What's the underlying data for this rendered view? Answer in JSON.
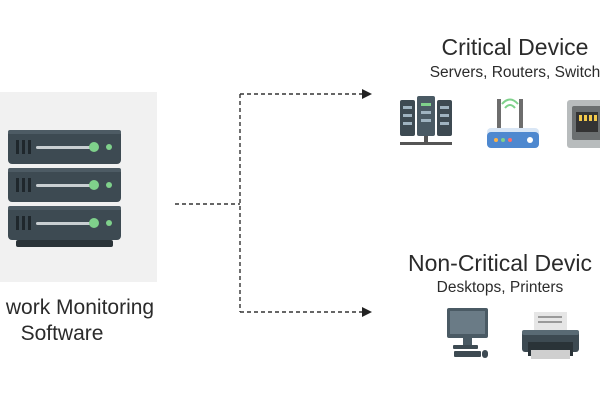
{
  "source": {
    "label_line1": "work Monitoring",
    "label_line2": "Software",
    "icon": "server-rack-icon"
  },
  "critical": {
    "title": "Critical Device",
    "subtitle": "Servers, Routers, Switch",
    "icons": [
      "server-icon",
      "router-icon",
      "network-switch-icon"
    ]
  },
  "non_critical": {
    "title": "Non-Critical Devic",
    "subtitle": "Desktops, Printers",
    "icons": [
      "desktop-computer-icon",
      "printer-icon"
    ]
  },
  "colors": {
    "server_dark": "#3d4a52",
    "led_green": "#7fd18b",
    "device_blue": "#3a78c2",
    "connector_line": "#333333"
  }
}
